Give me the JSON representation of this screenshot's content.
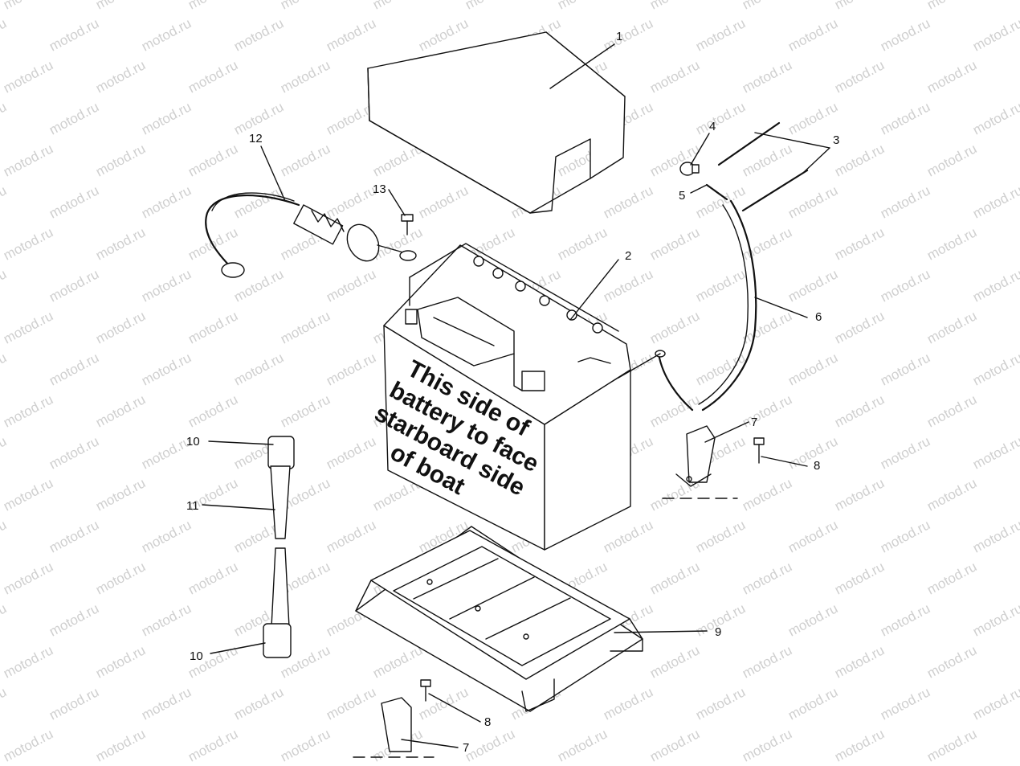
{
  "watermark": "motod.ru",
  "battery_label": [
    "This side of",
    "battery to face",
    "starboard side",
    "of boat"
  ],
  "callouts": {
    "c1": "1",
    "c2": "2",
    "c3": "3",
    "c4": "4",
    "c5": "5",
    "c6": "6",
    "c7a": "7",
    "c8a": "8",
    "c9": "9",
    "c10a": "10",
    "c11": "11",
    "c10b": "10",
    "c8b": "8",
    "c7b": "7",
    "c12": "12",
    "c13": "13"
  }
}
